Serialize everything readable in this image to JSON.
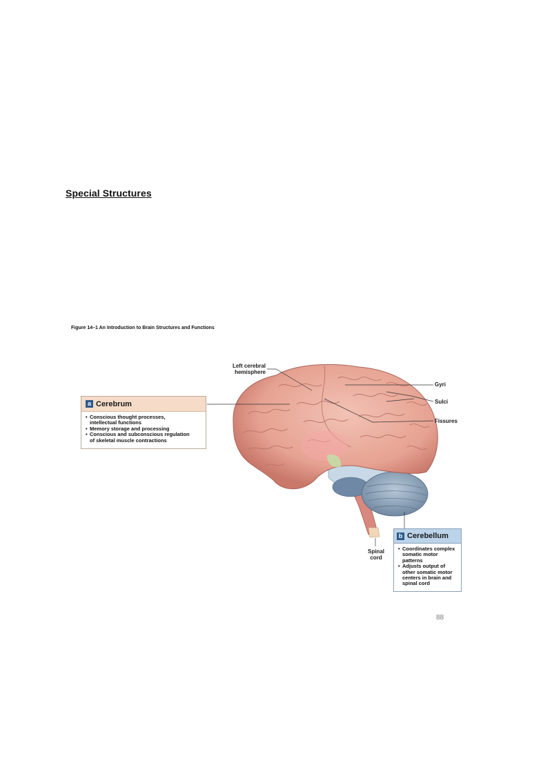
{
  "page": {
    "heading": "Special Structures",
    "figure_caption": "Figure 14–1 An Introduction to Brain Structures and Functions",
    "page_number": "88"
  },
  "figure": {
    "labels": {
      "left_cerebral_line1": "Left cerebral",
      "left_cerebral_line2": "hemisphere",
      "gyri": "Gyri",
      "sulci": "Sulci",
      "fissures": "Fissures",
      "spinal_line1": "Spinal",
      "spinal_line2": "cord"
    },
    "cerebrum_box": {
      "badge": "a",
      "title": "Cerebrum",
      "items": [
        "Conscious thought processes,",
        "intellectual functions",
        "Memory storage and processing",
        "Conscious and subconscious regulation",
        "of skeletal muscle contractions"
      ]
    },
    "cerebellum_box": {
      "badge": "b",
      "title": "Cerebellum",
      "items": [
        "Coordinates complex",
        "somatic motor",
        "patterns",
        "Adjusts output of",
        "other somatic motor",
        "centers in brain and",
        "spinal cord"
      ]
    },
    "colors": {
      "cerebrum": "#e9a99a",
      "cerebrum_shadow": "#c9786a",
      "cerebellum": "#8fa6bd",
      "brainstem": "#c8d8e6",
      "spinal": "#d98880",
      "box_a_header": "#f6dcc8",
      "box_b_header": "#bcd4ea"
    }
  }
}
